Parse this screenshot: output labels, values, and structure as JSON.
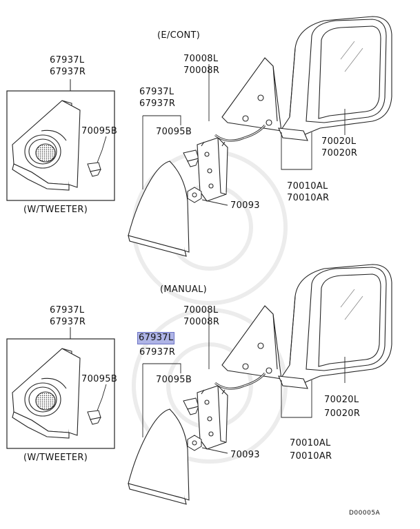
{
  "sections": [
    {
      "variant_label": "(E/CONT)",
      "labels": {
        "inset_part_l": "67937L",
        "inset_part_r": "67937R",
        "inset_clip": "70095B",
        "inset_caption": "(W/TWEETER)",
        "cover_l": "67937L",
        "cover_r": "67937R",
        "clip": "70095B",
        "bracket_l": "70008L",
        "bracket_r": "70008R",
        "nut": "70093",
        "glass_l": "70020L",
        "glass_r": "70020R",
        "mirror_l": "70010AL",
        "mirror_r": "70010AR"
      }
    },
    {
      "variant_label": "(MANUAL)",
      "labels": {
        "inset_part_l": "67937L",
        "inset_part_r": "67937R",
        "inset_clip": "70095B",
        "inset_caption": "(W/TWEETER)",
        "cover_l": "67937L",
        "cover_r": "67937R",
        "clip": "70095B",
        "bracket_l": "70008L",
        "bracket_r": "70008R",
        "nut": "70093",
        "glass_l": "70020L",
        "glass_r": "70020R",
        "mirror_l": "70010AL",
        "mirror_r": "70010AR"
      }
    }
  ],
  "diagram_code": "D00005A",
  "colors": {
    "line": "#222222",
    "highlight": "#aeb4e6",
    "watermark": "#ececec"
  }
}
